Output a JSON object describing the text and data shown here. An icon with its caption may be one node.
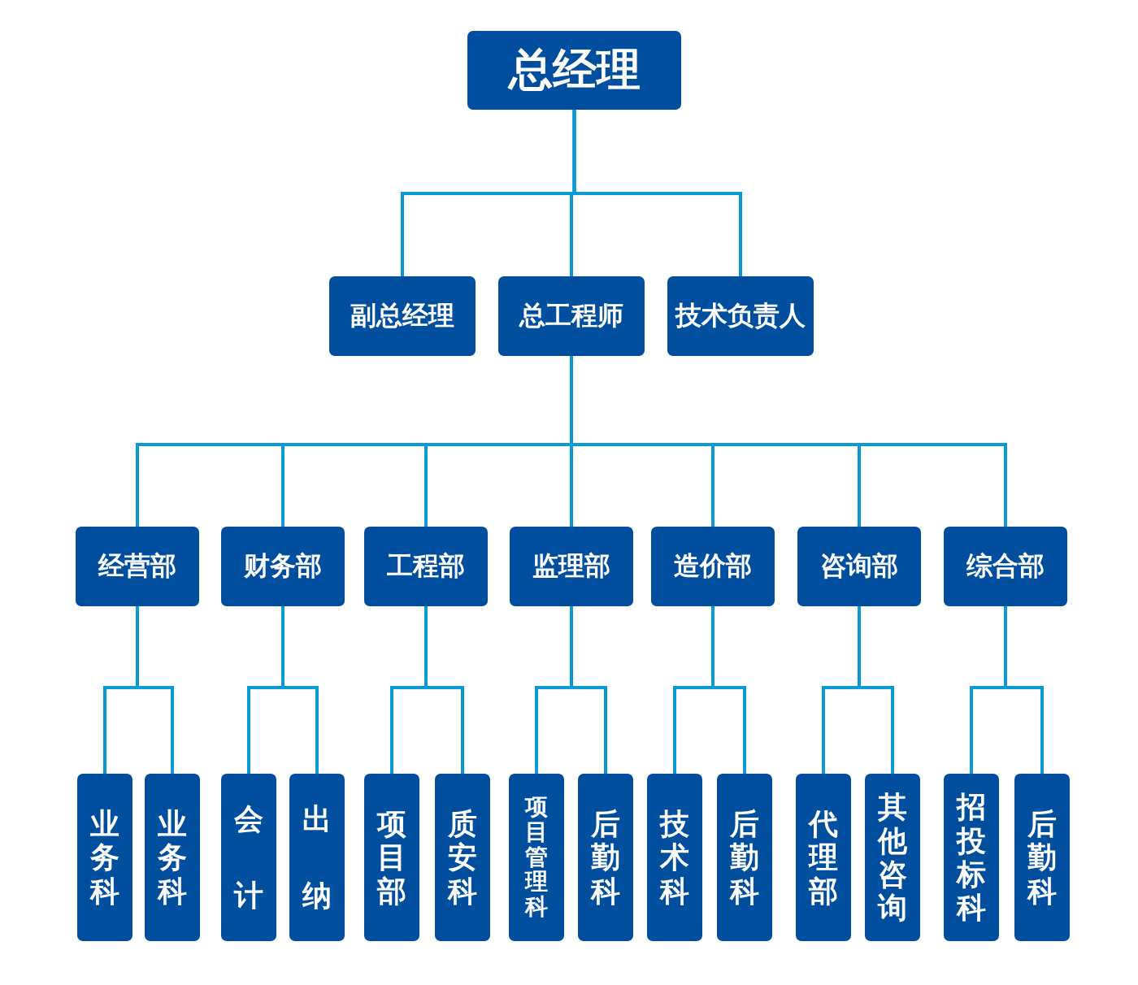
{
  "diagram": {
    "nodes": [
      {
        "text": [
          "总经理"
        ]
      },
      {
        "text": [
          "副总经理"
        ]
      },
      {
        "text": [
          "总工程师"
        ]
      },
      {
        "text": [
          "技术负责人"
        ]
      },
      {
        "text": [
          "经营部"
        ]
      },
      {
        "text": [
          "财务部"
        ]
      },
      {
        "text": [
          "工程部"
        ]
      },
      {
        "text": [
          "监理部"
        ]
      },
      {
        "text": [
          "造价部"
        ]
      },
      {
        "text": [
          "咨询部"
        ]
      },
      {
        "text": [
          "综合部"
        ]
      },
      {
        "text": [
          "业务科"
        ]
      },
      {
        "text": [
          "业务科"
        ]
      },
      {
        "text": [
          "会计"
        ]
      },
      {
        "text": [
          "出纳"
        ]
      },
      {
        "text": [
          "项目部"
        ]
      },
      {
        "text": [
          "质安科"
        ]
      },
      {
        "text": [
          "项目管理科"
        ]
      },
      {
        "text": [
          "后勤科"
        ]
      },
      {
        "text": [
          "技术科"
        ]
      },
      {
        "text": [
          "后勤科"
        ]
      },
      {
        "text": [
          "代理部"
        ]
      },
      {
        "text": [
          "其他咨询"
        ]
      },
      {
        "text": [
          "招投标科"
        ]
      },
      {
        "text": [
          "后勤科"
        ]
      }
    ],
    "edges": [
      {
        "from": 0,
        "to": 1,
        "arrow": "none"
      },
      {
        "from": 0,
        "to": 2,
        "arrow": "none"
      },
      {
        "from": 0,
        "to": 3,
        "arrow": "none"
      },
      {
        "from": 2,
        "to": 4,
        "arrow": "none"
      },
      {
        "from": 2,
        "to": 5,
        "arrow": "none"
      },
      {
        "from": 2,
        "to": 6,
        "arrow": "none"
      },
      {
        "from": 2,
        "to": 7,
        "arrow": "none"
      },
      {
        "from": 2,
        "to": 8,
        "arrow": "none"
      },
      {
        "from": 2,
        "to": 9,
        "arrow": "none"
      },
      {
        "from": 2,
        "to": 10,
        "arrow": "none"
      },
      {
        "from": 4,
        "to": 11,
        "arrow": "none"
      },
      {
        "from": 4,
        "to": 12,
        "arrow": "none"
      },
      {
        "from": 5,
        "to": 13,
        "arrow": "none"
      },
      {
        "from": 5,
        "to": 14,
        "arrow": "none"
      },
      {
        "from": 6,
        "to": 15,
        "arrow": "none"
      },
      {
        "from": 6,
        "to": 16,
        "arrow": "none"
      },
      {
        "from": 7,
        "to": 17,
        "arrow": "none"
      },
      {
        "from": 7,
        "to": 18,
        "arrow": "none"
      },
      {
        "from": 8,
        "to": 19,
        "arrow": "none"
      },
      {
        "from": 8,
        "to": 20,
        "arrow": "none"
      },
      {
        "from": 9,
        "to": 21,
        "arrow": "none"
      },
      {
        "from": 9,
        "to": 22,
        "arrow": "none"
      },
      {
        "from": 10,
        "to": 23,
        "arrow": "none"
      },
      {
        "from": 10,
        "to": 24,
        "arrow": "none"
      }
    ]
  }
}
